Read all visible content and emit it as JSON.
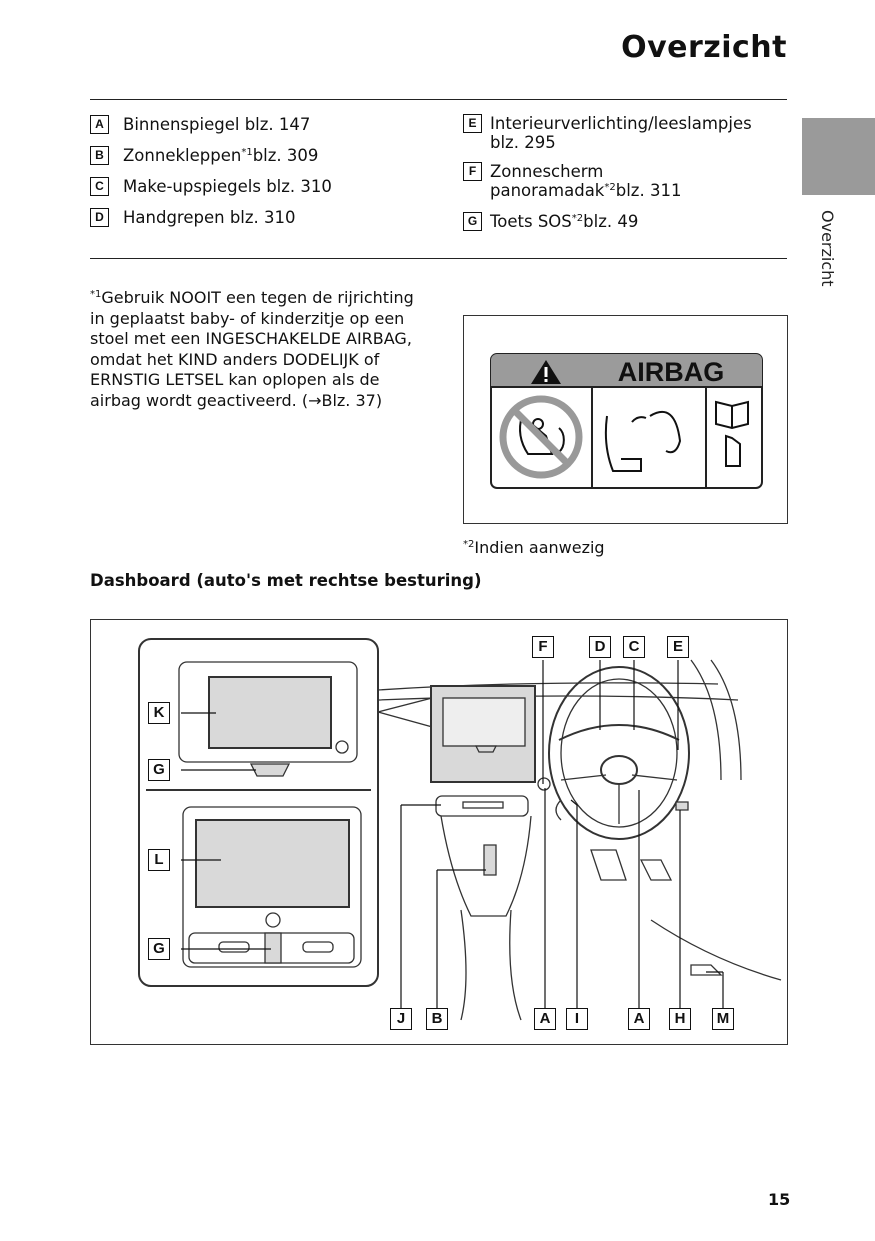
{
  "header": {
    "title": "Overzicht"
  },
  "side_tab": {
    "label": "Overzicht"
  },
  "items_left": [
    {
      "key": "A",
      "text": "Binnenspiegel blz. 147"
    },
    {
      "key": "B",
      "text": "Zonnekleppen",
      "sup": "*1",
      "page": "blz. 309"
    },
    {
      "key": "C",
      "text": "Make-upspiegels blz. 310"
    },
    {
      "key": "D",
      "text": "Handgrepen blz. 310"
    }
  ],
  "items_right": [
    {
      "key": "E",
      "line1": "Interieurverlichting/leeslampjes",
      "line2": "blz. 295"
    },
    {
      "key": "F",
      "line1": "Zonnescherm",
      "line2": "panoramadak",
      "sup": "*2",
      "page": "blz. 311"
    },
    {
      "key": "G",
      "text": "Toets SOS",
      "sup": "*2",
      "page": "blz. 49"
    }
  ],
  "footnote1": {
    "mark": "*1",
    "text": "Gebruik NOOIT een tegen de rijrichting in geplaatst baby- of kinderzitje op een stoel met een INGESCHAKELDE AIRBAG, omdat het KIND anders DODELIJK of ERNSTIG LETSEL kan oplopen als de airbag wordt geactiveerd. (→Blz. 37)"
  },
  "airbag_label": {
    "text": "AIRBAG"
  },
  "footnote2": {
    "mark": "*2",
    "text": "Indien aanwezig"
  },
  "dashboard": {
    "heading": "Dashboard (auto's met rechtse besturing)",
    "labels": {
      "F": "F",
      "D": "D",
      "C": "C",
      "E": "E",
      "K": "K",
      "G1": "G",
      "L": "L",
      "G2": "G",
      "J": "J",
      "B": "B",
      "A1": "A",
      "I": "I",
      "A2": "A",
      "H": "H",
      "M": "M"
    }
  },
  "page_number": "15"
}
